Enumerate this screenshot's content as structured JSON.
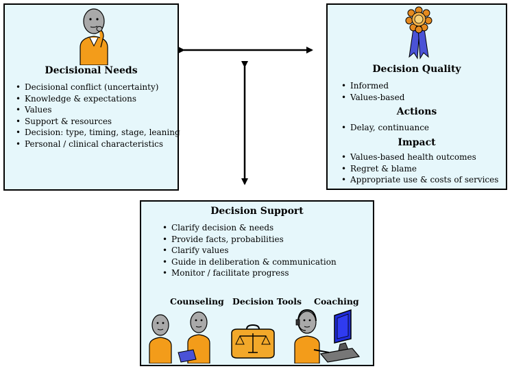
{
  "needs": {
    "title": "Decisional Needs",
    "items": [
      "Decisional conflict (uncertainty)",
      "Knowledge & expectations",
      "Values",
      "Support & resources",
      "Decision: type, timing, stage, leaning",
      "Personal / clinical characteristics"
    ]
  },
  "quality": {
    "title": "Decision Quality",
    "items": [
      "Informed",
      "Values-based"
    ],
    "actions_title": "Actions",
    "actions_items": [
      "Delay, continuance"
    ],
    "impact_title": "Impact",
    "impact_items": [
      "Values-based health outcomes",
      "Regret & blame",
      "Appropriate use & costs of services"
    ]
  },
  "support": {
    "title": "Decision Support",
    "items": [
      "Clarify decision & needs",
      "Provide facts, probabilities",
      "Clarify values",
      "Guide in deliberation & communication",
      "Monitor / facilitate progress"
    ],
    "counseling_label": "Counseling",
    "tools_label": "Decision Tools",
    "coaching_label": "Coaching"
  },
  "colors": {
    "box_fill": "#e6f7fb",
    "person_body": "#f39c1a",
    "person_head": "#a9a9a9",
    "ribbon_blue": "#4a52d6",
    "rosette_orange": "#e58a1f",
    "monitor_blue": "#1e2bd8"
  },
  "icons": [
    "thinking-person-icon",
    "award-ribbon-icon",
    "two-people-counseling-icon",
    "scales-briefcase-icon",
    "coach-headset-computer-icon"
  ]
}
